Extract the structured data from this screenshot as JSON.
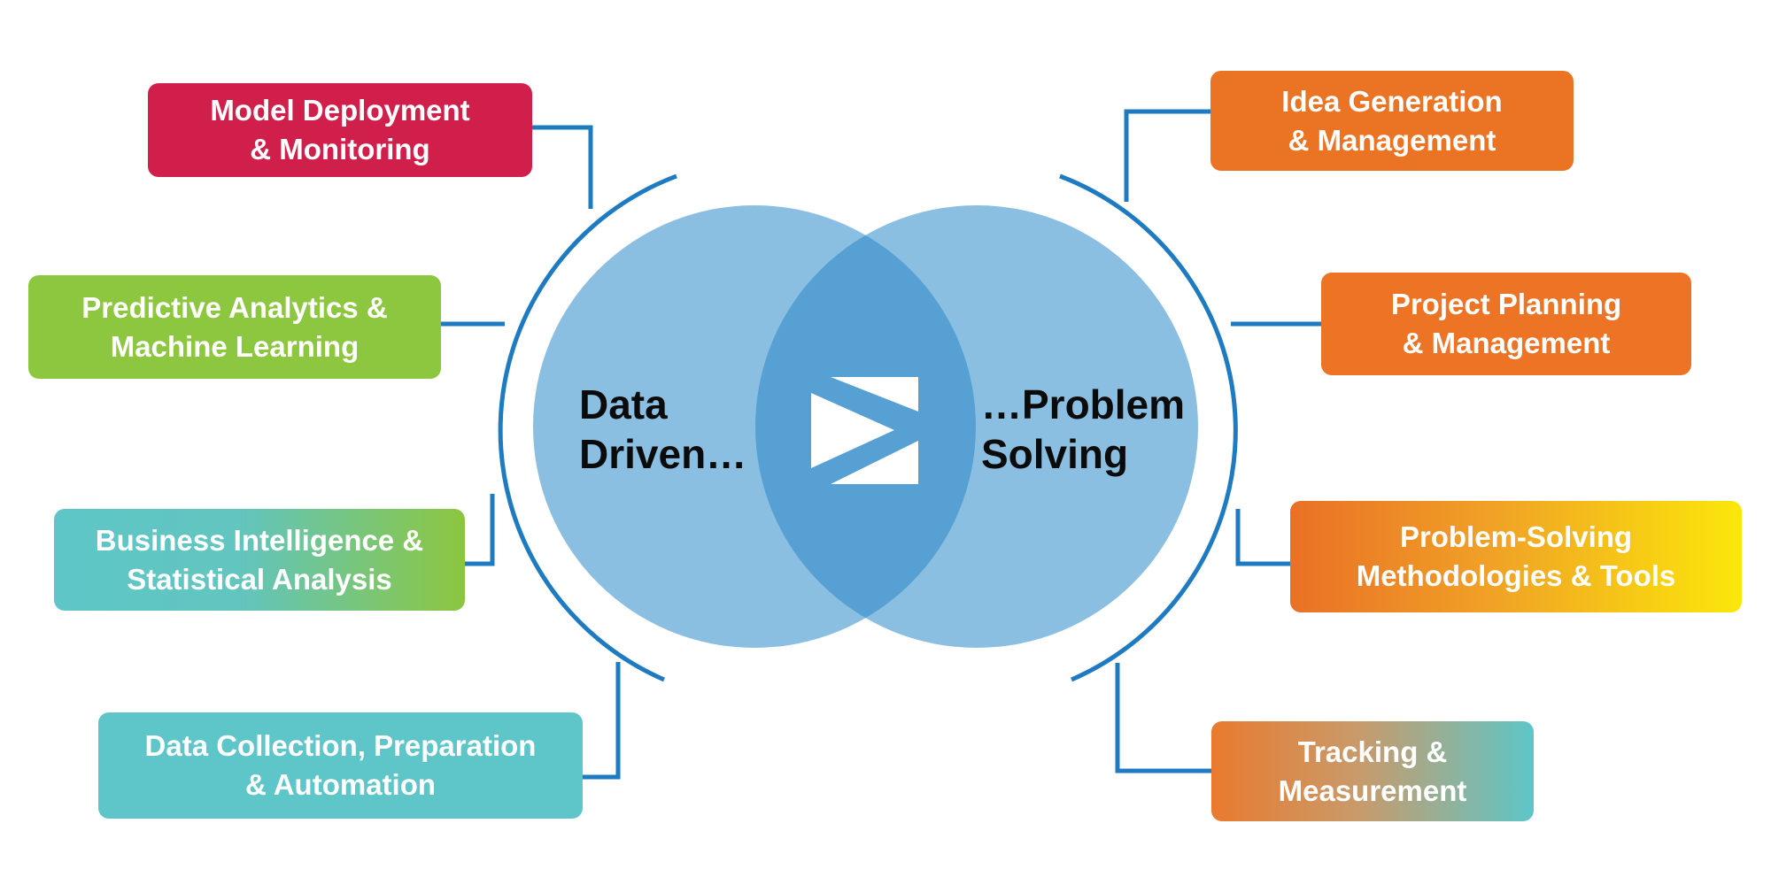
{
  "colors": {
    "circle_fill": "#8bbfe2",
    "overlap_fill": "#56a0d3",
    "connector_line": "#1f7bc1",
    "arrow_fill": "#ffffff"
  },
  "center": {
    "left_label": [
      "Data",
      "Driven…"
    ],
    "right_label": [
      "…Problem",
      "Solving"
    ],
    "icon": "play-forward-icon"
  },
  "left_boxes": [
    {
      "lines": [
        "Model Deployment",
        "& Monitoring"
      ],
      "color": "#d01f4b"
    },
    {
      "lines": [
        "Predictive Analytics &",
        "Machine Learning"
      ],
      "color": "#8dc63f"
    },
    {
      "lines": [
        "Business Intelligence &",
        "Statistical Analysis"
      ],
      "color": "#5ec6c8 → #8cc63f"
    },
    {
      "lines": [
        "Data Collection, Preparation",
        "& Automation"
      ],
      "color": "#5ec5c8"
    }
  ],
  "right_boxes": [
    {
      "lines": [
        "Idea Generation",
        "& Management"
      ],
      "color": "#eb7324"
    },
    {
      "lines": [
        "Project Planning",
        "& Management"
      ],
      "color": "#ec7424"
    },
    {
      "lines": [
        "Problem-Solving",
        "Methodologies & Tools"
      ],
      "color": "#ea7026 → #fbe70a"
    },
    {
      "lines": [
        "Tracking &",
        "Measurement"
      ],
      "color": "#e97a2e → #5ec6c8"
    }
  ]
}
